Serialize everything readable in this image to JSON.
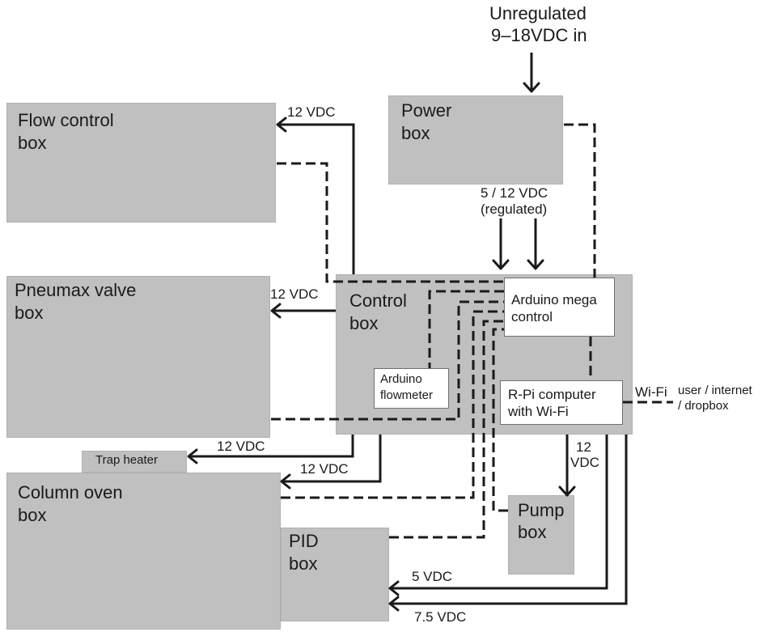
{
  "input": {
    "line1": "Unregulated",
    "line2": "9–18VDC in"
  },
  "boxes": {
    "flow_control": {
      "line1": "Flow control",
      "line2": "box"
    },
    "power": {
      "line1": "Power",
      "line2": "box"
    },
    "pneumax": {
      "line1": "Pneumax valve",
      "line2": "box"
    },
    "control": {
      "line1": "Control",
      "line2": "box"
    },
    "arduino_mega": {
      "line1": "Arduino mega",
      "line2": "control"
    },
    "arduino_flowmeter": {
      "line1": "Arduino",
      "line2": "flowmeter"
    },
    "rpi": {
      "line1": "R-Pi computer",
      "line2": "with Wi-Fi"
    },
    "trap_heater": {
      "label": "Trap heater"
    },
    "column_oven": {
      "line1": "Column oven",
      "line2": "box"
    },
    "pid": {
      "line1": "PID",
      "line2": "box"
    },
    "pump": {
      "line1": "Pump",
      "line2": "box"
    }
  },
  "wire_labels": {
    "flow_12v": "12 VDC",
    "regulated_line1": "5 / 12 VDC",
    "regulated_line2": "(regulated)",
    "pneumax_12v": "12 VDC",
    "trap_12v": "12 VDC",
    "oven_12v": "12 VDC",
    "pump_12": "12",
    "pump_vdc": "VDC",
    "pid_5v": "5 VDC",
    "pid_7_5v": "7.5 VDC",
    "wifi": "Wi-Fi",
    "external_line1": "user / internet",
    "external_line2": "/ dropbox"
  }
}
